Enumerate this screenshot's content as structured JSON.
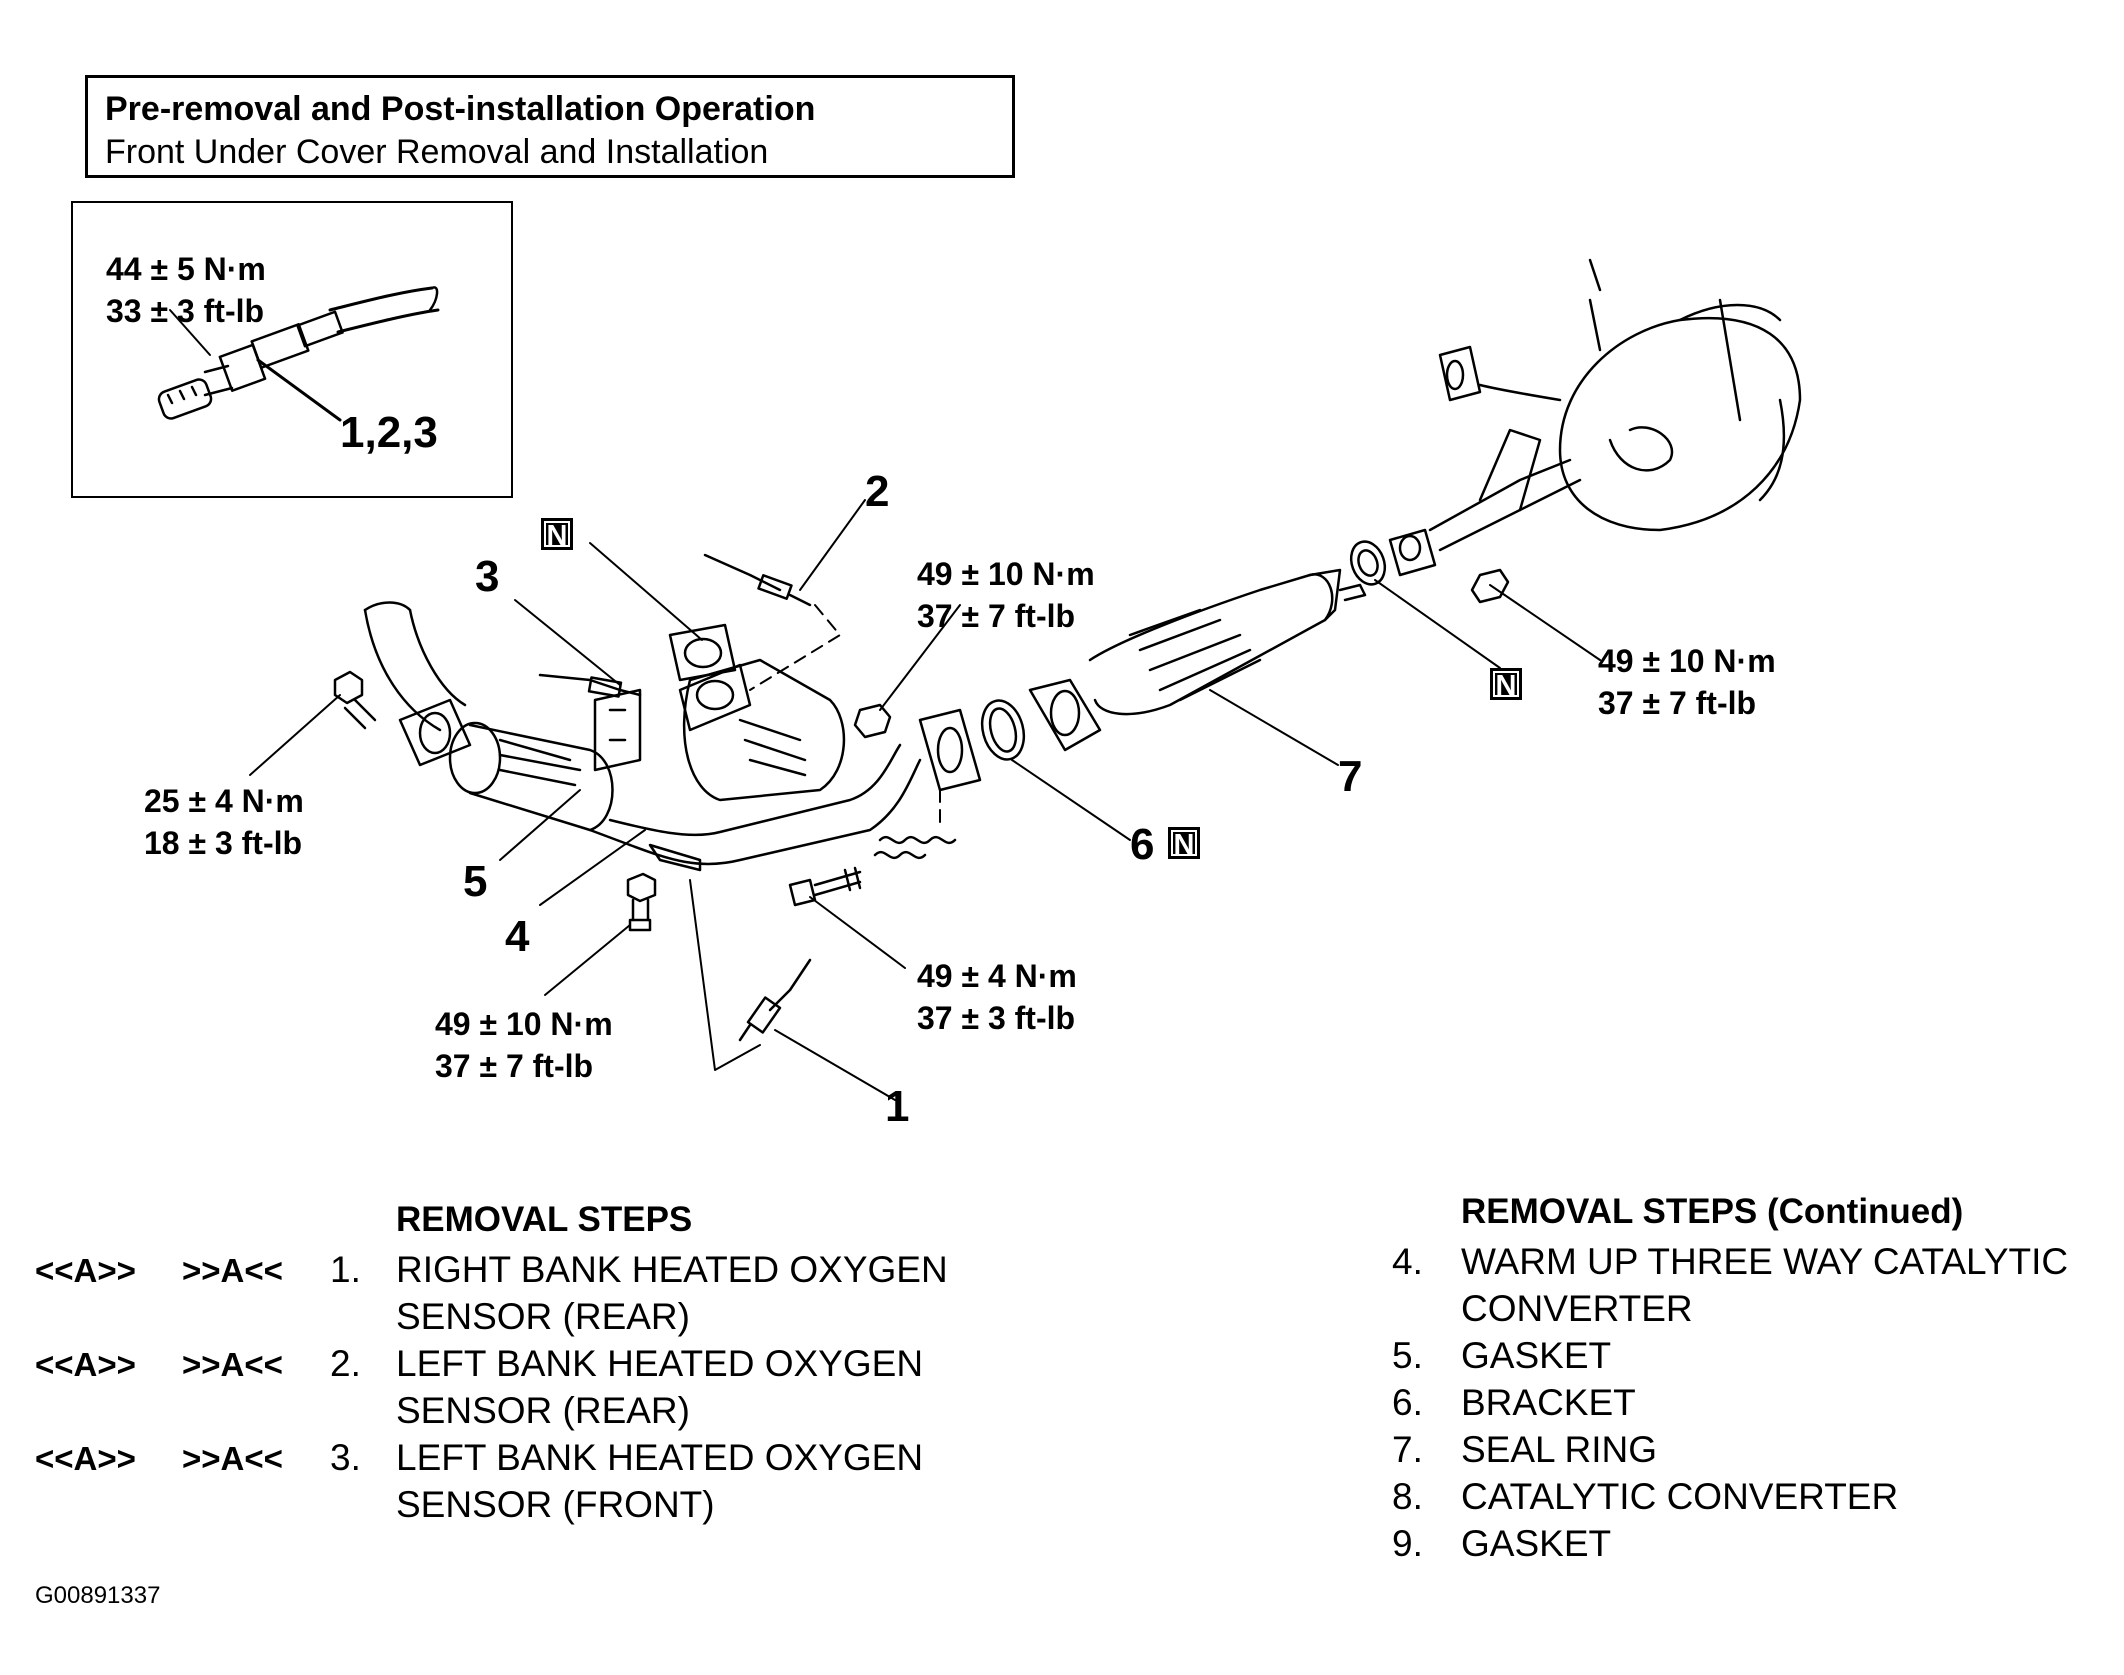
{
  "header": {
    "title": "Pre-removal and Post-installation Operation",
    "subtitle": "Front Under Cover Removal and Installation"
  },
  "inset": {
    "torque_nm": "44 ± 5 N·m",
    "torque_ftlb": "33 ± 3 ft-lb",
    "callout": "1,2,3"
  },
  "torques": {
    "upper_center": {
      "nm": "49 ± 10 N·m",
      "ftlb": "37 ± 7 ft-lb"
    },
    "right": {
      "nm": "49 ± 10 N·m",
      "ftlb": "37 ± 7 ft-lb"
    },
    "left": {
      "nm": "25 ± 4 N·m",
      "ftlb": "18 ± 3 ft-lb"
    },
    "lower_center": {
      "nm": "49 ± 4 N·m",
      "ftlb": "37 ± 3 ft-lb"
    },
    "bottom": {
      "nm": "49 ± 10 N·m",
      "ftlb": "37 ± 7 ft-lb"
    }
  },
  "callouts": {
    "c1": "1",
    "c2": "2",
    "c3": "3",
    "c4": "4",
    "c5": "5",
    "c6": "6",
    "c7": "7",
    "badge": "N"
  },
  "removal_steps": {
    "heading": "REMOVAL STEPS",
    "code_a": "<<A>>",
    "code_b": ">>A<<",
    "items": [
      {
        "num": "1.",
        "line1": "RIGHT BANK HEATED OXYGEN",
        "line2": "SENSOR (REAR)"
      },
      {
        "num": "2.",
        "line1": "LEFT BANK HEATED OXYGEN",
        "line2": "SENSOR (REAR)"
      },
      {
        "num": "3.",
        "line1": "LEFT BANK HEATED OXYGEN",
        "line2": "SENSOR (FRONT)"
      }
    ]
  },
  "removal_steps_continued": {
    "heading": "REMOVAL STEPS (Continued)",
    "items": [
      {
        "num": "4.",
        "line1": "WARM UP THREE WAY CATALYTIC",
        "line2": "CONVERTER"
      },
      {
        "num": "5.",
        "line1": "GASKET"
      },
      {
        "num": "6.",
        "line1": "BRACKET"
      },
      {
        "num": "7.",
        "line1": "SEAL RING"
      },
      {
        "num": "8.",
        "line1": "CATALYTIC CONVERTER"
      },
      {
        "num": "9.",
        "line1": "GASKET"
      }
    ]
  },
  "figure_id": "G00891337"
}
